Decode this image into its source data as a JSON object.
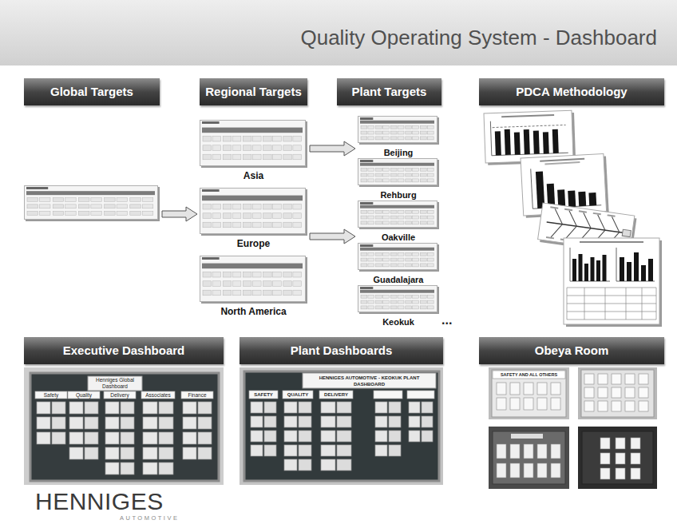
{
  "diagram": {
    "title": "Quality Operating System - Dashboard",
    "nodes": [
      {
        "text": [
          "Global Targets"
        ]
      },
      {
        "text": [
          "Regional Targets"
        ]
      },
      {
        "text": [
          "Asia"
        ],
        "in": 1
      },
      {
        "text": [
          "Europe"
        ],
        "in": 1
      },
      {
        "text": [
          "North America"
        ],
        "in": 1
      },
      {
        "text": [
          "Plant Targets"
        ]
      },
      {
        "text": [
          "Beijing"
        ],
        "in": 5
      },
      {
        "text": [
          "Rehburg"
        ],
        "in": 5
      },
      {
        "text": [
          "Oakville"
        ],
        "in": 5
      },
      {
        "text": [
          "Guadalajara"
        ],
        "in": 5
      },
      {
        "text": [
          "Keokuk"
        ],
        "in": 5
      },
      {
        "text": [
          "PDCA Methodology"
        ]
      },
      {
        "text": [
          "Executive Dashboard"
        ]
      },
      {
        "text": [
          "Plant Dashboards"
        ]
      },
      {
        "text": [
          "Obeya Room"
        ]
      }
    ],
    "edges": [
      {
        "from": 0,
        "to": 3,
        "arrow": "to"
      },
      {
        "from": 2,
        "to": 6,
        "arrow": "to"
      },
      {
        "from": 3,
        "to": 8,
        "arrow": "to"
      }
    ],
    "labels": [
      "...",
      "Henniges Global Dashboard",
      "Safety",
      "Quality",
      "Delivery",
      "Associates",
      "Finance",
      "HENNIGES AUTOMOTIVE - KEOKUK PLANT DASHBOARD",
      "SAFETY",
      "QUALITY",
      "DELIVERY",
      "SAFETY AND ALL OTHERS",
      "HENNIGES",
      "AUTOMOTIVE"
    ]
  }
}
